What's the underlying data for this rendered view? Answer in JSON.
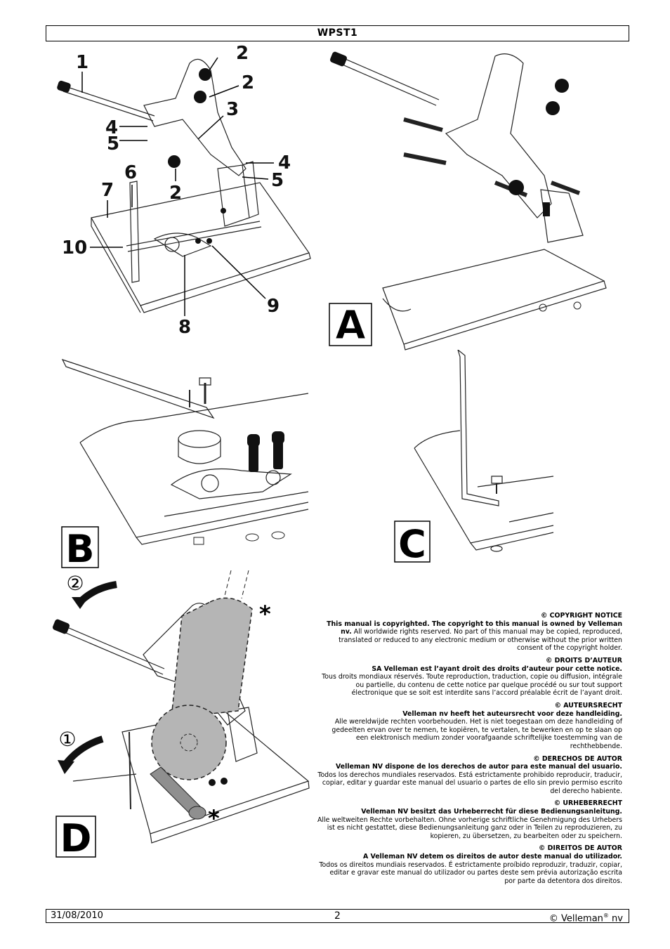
{
  "header": {
    "title": "WPST1"
  },
  "figures": {
    "fig1": {
      "labels": [
        "1",
        "2",
        "2",
        "3",
        "4",
        "5",
        "2",
        "4",
        "5",
        "6",
        "7",
        "10",
        "8",
        "9"
      ]
    },
    "fig_a": {
      "letter": "A"
    },
    "fig_b": {
      "letter": "B"
    },
    "fig_c": {
      "letter": "C"
    },
    "fig_d": {
      "letter": "D",
      "step1": "①",
      "step2": "②",
      "asterisk": "*"
    }
  },
  "copyright": [
    {
      "heading": "© COPYRIGHT NOTICE",
      "bold": "This manual is copyrighted. The copyright to this manual is owned by Velleman nv.",
      "text": "All worldwide rights reserved.  No part of this manual may be copied, reproduced, translated or reduced to any electronic medium or otherwise without the prior written consent of the copyright holder."
    },
    {
      "heading": "© DROITS D’AUTEUR",
      "bold": "SA Velleman est l’ayant droit des droits d’auteur pour cette notice.",
      "text": "Tous droits mondiaux réservés. Toute reproduction, traduction, copie ou diffusion, intégrale ou partielle, du contenu de cette notice par quelque procédé ou sur tout support électronique que se soit est interdite sans l’accord préalable écrit de l’ayant droit."
    },
    {
      "heading": "© AUTEURSRECHT",
      "bold": "Velleman nv heeft het auteursrecht voor deze handleiding.",
      "text": "Alle wereldwijde rechten voorbehouden. Het is niet toegestaan om deze handleiding of gedeelten ervan over te nemen, te kopiëren, te vertalen, te bewerken en op te slaan op een elektronisch medium zonder voorafgaande schriftelijke toestemming van de rechthebbende."
    },
    {
      "heading": "© DERECHOS DE AUTOR",
      "bold": "Velleman NV dispone de los derechos de autor para este manual del usuario.",
      "text": "Todos los derechos mundiales reservados. Está estrictamente prohibido reproducir, traducir, copiar, editar y guardar este manual del usuario o partes de ello sin previo permiso escrito del derecho habiente."
    },
    {
      "heading": "© URHEBERRECHT",
      "bold": "Velleman NV besitzt das Urheberrecht für diese Bedienungsanleitung.",
      "text": "Alle weltweiten Rechte vorbehalten. Ohne vorherige schriftliche Genehmigung des Urhebers ist es nicht gestattet, diese Bedienungsanleitung ganz oder in Teilen zu reproduzieren, zu kopieren, zu übersetzen, zu bearbeiten oder zu speichern."
    },
    {
      "heading": "© DIREITOS DE AUTOR",
      "bold": "A Velleman NV detem os direitos de autor deste manual do utilizador.",
      "text": "Todos os direitos mundiais reservados. É estrictamente proíbido reproduzir, traduzir, copiar, editar e gravar este manual do utilizador ou partes deste sem prévia autorização escrita por parte da detentora dos direitos."
    }
  ],
  "footer": {
    "date": "31/08/2010",
    "page": "2",
    "brand_prefix": "© Velleman",
    "brand_mark": "®",
    "brand_suffix": " nv"
  }
}
